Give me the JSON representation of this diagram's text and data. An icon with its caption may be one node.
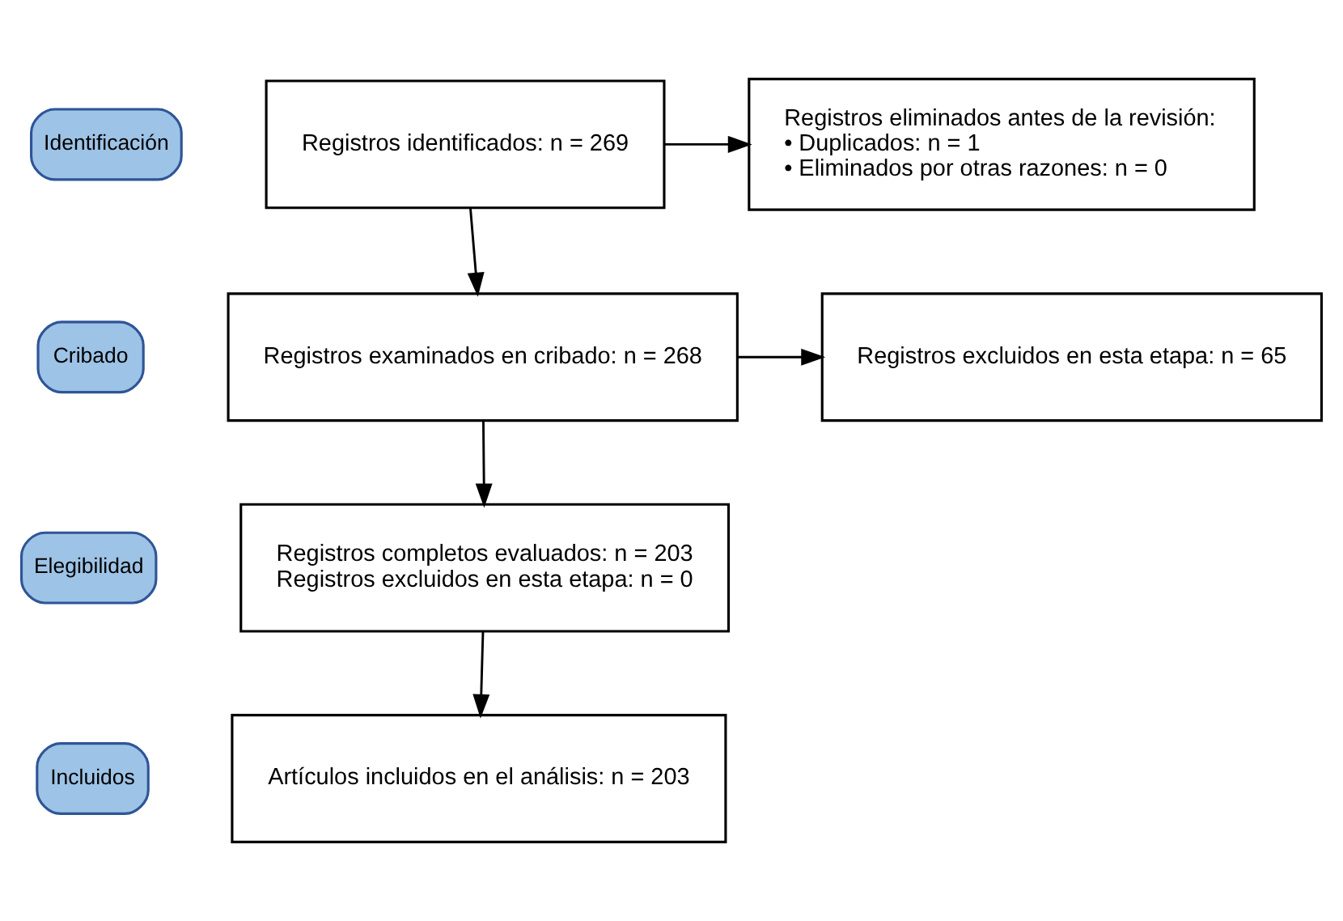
{
  "diagram": {
    "nodes": [
      {
        "text": [
          "Identificación"
        ]
      },
      {
        "text": [
          "Registros identificados: n = 269"
        ]
      },
      {
        "text": [
          "Registros eliminados antes de la revisión:",
          "• Duplicados: n = 1",
          "• Eliminados por otras razones: n = 0"
        ]
      },
      {
        "text": [
          "Cribado"
        ]
      },
      {
        "text": [
          "Registros examinados en cribado: n = 268"
        ]
      },
      {
        "text": [
          "Registros excluidos en esta etapa: n = 65"
        ]
      },
      {
        "text": [
          "Elegibilidad"
        ]
      },
      {
        "text": [
          "Registros completos evaluados: n = 203",
          "Registros excluidos en esta etapa: n = 0"
        ]
      },
      {
        "text": [
          "Incluidos"
        ]
      },
      {
        "text": [
          "Artículos incluidos en el análisis: n = 203"
        ]
      }
    ],
    "edges": [
      {
        "from": 1,
        "to": 2,
        "arrow": "to"
      },
      {
        "from": 1,
        "to": 4,
        "arrow": "to"
      },
      {
        "from": 4,
        "to": 5,
        "arrow": "to"
      },
      {
        "from": 4,
        "to": 7,
        "arrow": "to"
      },
      {
        "from": 7,
        "to": 9,
        "arrow": "to"
      }
    ]
  }
}
